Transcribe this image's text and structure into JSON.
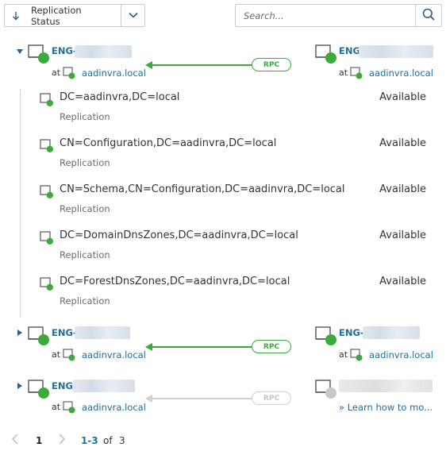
{
  "toolbar": {
    "sort_label": "Replication Status"
  },
  "search": {
    "placeholder": "Search..."
  },
  "rows": [
    {
      "source_name": "ENG-",
      "source_domain": "aadinvra.local",
      "at_label": "at",
      "link_label": "RPC",
      "target_name": "ENG",
      "target_domain": "aadinvra.local",
      "link_status": "active",
      "expanded": true
    },
    {
      "source_name": "ENG-",
      "source_domain": "aadinvra.local",
      "at_label": "at",
      "link_label": "RPC",
      "target_name": "ENG-",
      "target_domain": "aadinvra.local",
      "link_status": "active",
      "expanded": false
    },
    {
      "source_name": "ENG",
      "source_domain": "aadinvra.local",
      "at_label": "at",
      "link_label": "RPC",
      "target_learn": "» Learn how to mo...",
      "link_status": "inactive",
      "expanded": false
    }
  ],
  "partitions": [
    {
      "name": "DC=aadinvra,DC=local",
      "type": "Replication",
      "status": "Available"
    },
    {
      "name": "CN=Configuration,DC=aadinvra,DC=local",
      "type": "Replication",
      "status": "Available"
    },
    {
      "name": "CN=Schema,CN=Configuration,DC=aadinvra,DC=local",
      "type": "Replication",
      "status": "Available"
    },
    {
      "name": "DC=DomainDnsZones,DC=aadinvra,DC=local",
      "type": "Replication",
      "status": "Available"
    },
    {
      "name": "DC=ForestDnsZones,DC=aadinvra,DC=local",
      "type": "Replication",
      "status": "Available"
    }
  ],
  "pager": {
    "current_page": "1",
    "range": "1-3",
    "of_label": "of",
    "total": "3"
  },
  "colors": {
    "ok": "#3aab3a",
    "inactive": "#c8c8c8",
    "link": "#1e6f9f"
  },
  "icons": {
    "sort": "arrow-down-icon",
    "dropdown": "chevron-down-icon",
    "search": "search-icon",
    "server": "server-icon",
    "domain": "domain-icon",
    "expand": "triangle-icon"
  }
}
